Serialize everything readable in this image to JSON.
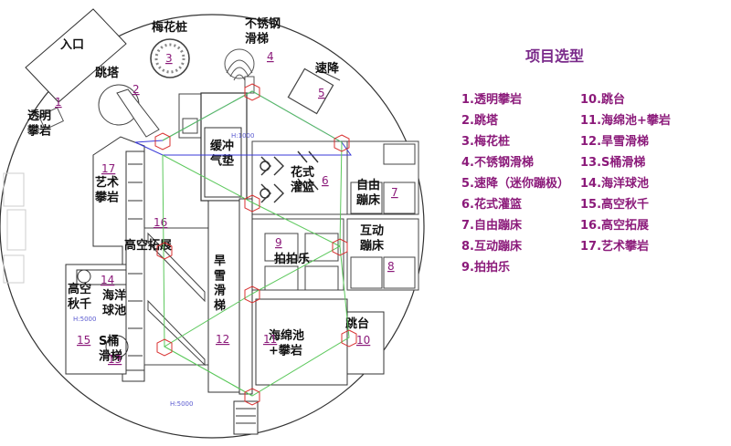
{
  "plan": {
    "entrance": "入口",
    "areas": {
      "transparent_wall": "透明\n攀岩",
      "jump_tower": "跳塔",
      "plum_piles": "梅花桩",
      "steel_slide": "不锈钢\n滑梯",
      "descent": "速降",
      "cushion": "缓冲\n气垫",
      "fancy_basket": "花式\n灌篮",
      "free_tramp": "自由\n蹦床",
      "inter_tramp": "互动\n蹦床",
      "pat": "拍拍乐",
      "art_wall": "艺术\n攀岩",
      "high_ext": "高空拓展",
      "high_swing": "高空\n秋千",
      "ocean_pool": "海洋\n球池",
      "s_slide": "S桶\n滑梯",
      "dry_slide": "旱\n雪\n滑\n梯",
      "sponge_pool": "海绵池\n+攀岩",
      "platform": "跳台"
    },
    "numbers": {
      "n1": "1",
      "n2": "2",
      "n3": "3",
      "n4": "4",
      "n5": "5",
      "n6": "6",
      "n7": "7",
      "n8": "8",
      "n9": "9",
      "n10": "10",
      "n11": "11",
      "n12": "12",
      "n13": "13",
      "n14": "14",
      "n15": "15",
      "n16": "16",
      "n17": "17"
    },
    "heights": {
      "h1": "H:1000",
      "h2": "H:5000",
      "h3": "H:5000"
    }
  },
  "legend": {
    "title": "项目选型",
    "left": [
      "1.透明攀岩",
      "2.跳塔",
      "3.梅花桩",
      "4.不锈钢滑梯",
      "5.速降（迷你蹦极）",
      "6.花式灌篮",
      "7.自由蹦床",
      "8.互动蹦床",
      "9.拍拍乐"
    ],
    "right": [
      "10.跳台",
      "11.海绵池+攀岩",
      "12.旱雪滑梯",
      "13.S桶滑梯",
      "14.海洋球池",
      "15.高空秋千",
      "16.高空拓展",
      "17.艺术攀岩"
    ]
  },
  "colors": {
    "route_green": "#5cc85c",
    "route_blue": "#3a3ad8",
    "hex_red": "#d83030",
    "label_purple": "#8b1a7a"
  }
}
